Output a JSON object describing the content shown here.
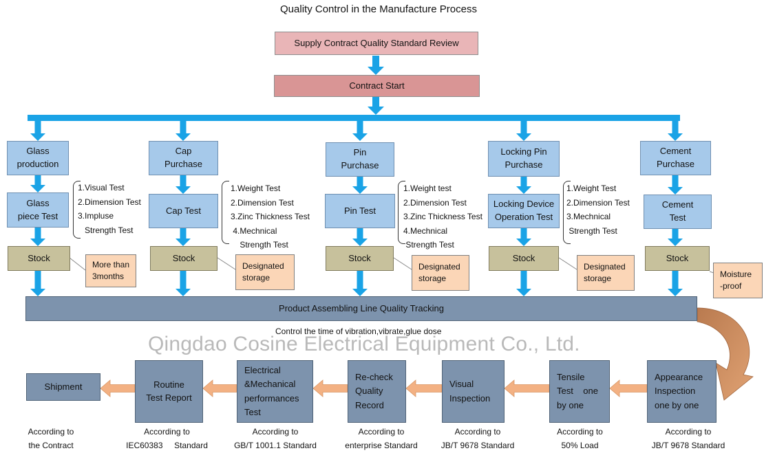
{
  "title": "Quality Control in the Manufacture Process",
  "top": {
    "review": "Supply Contract Quality Standard Review",
    "start": "Contract Start"
  },
  "columns": [
    {
      "purchase": [
        "Glass",
        "production"
      ],
      "test": [
        "Glass",
        "piece Test"
      ],
      "stock": "Stock",
      "tests": "1.Visual Test\n2.Dimension Test\n3.Impluse\n   Strength Test",
      "note": [
        "More than",
        "3months"
      ]
    },
    {
      "purchase": [
        "Cap",
        "Purchase"
      ],
      "test": [
        "Cap Test"
      ],
      "stock": "Stock",
      "tests": "1.Weight Test\n2.Dimension Test\n3.Zinc Thickness Test\n 4.Mechnical\n    Strength Test",
      "note": [
        "Designated",
        "storage"
      ]
    },
    {
      "purchase": [
        "Pin",
        "Purchase"
      ],
      "test": [
        "Pin Test"
      ],
      "stock": "Stock",
      "tests": "1.Weight test\n2.Dimension Test\n3.Zinc Thickness Test\n4.Mechnical\n Strength Test",
      "note": [
        "Designated",
        "storage"
      ]
    },
    {
      "purchase": [
        "Locking Pin",
        "Purchase"
      ],
      "test": [
        "Locking Device",
        "Operation Test"
      ],
      "stock": "Stock",
      "tests": "1.Weight Test\n2.Dimension Test\n3.Mechnical\n Strength Test",
      "note": [
        "Designated",
        "storage"
      ]
    },
    {
      "purchase": [
        "Cement",
        "Purchase"
      ],
      "test": [
        "Cement",
        "Test"
      ],
      "stock": "Stock",
      "tests": "",
      "note": [
        "Moisture",
        "-proof"
      ]
    }
  ],
  "assembly": {
    "label": "Product Assembling Line Quality Tracking",
    "caption": "Control the time of vibration,vibrate,glue dose"
  },
  "watermark": "Qingdao Cosine Electrical Equipment Co., Ltd.",
  "bottom_flow": [
    {
      "label": [
        "Shipment"
      ],
      "standard": "According to\nthe Contract"
    },
    {
      "label": [
        "Routine",
        "Test Report"
      ],
      "standard": "According to\nIEC60383     Standard"
    },
    {
      "label": [
        "Electrical",
        "&Mechanical",
        "performances",
        "Test"
      ],
      "standard": "According to\nGB/T 1001.1 Standard"
    },
    {
      "label": [
        "Re-check",
        "Quality",
        "Record"
      ],
      "standard": "According to\nenterprise Standard"
    },
    {
      "label": [
        "Visual",
        "Inspection"
      ],
      "standard": "According to\nJB/T 9678 Standard"
    },
    {
      "label": [
        "Tensile",
        "Test    one",
        "by one"
      ],
      "standard": "According to\n50% Load"
    },
    {
      "label": [
        "Appearance",
        "Inspection",
        "one by one"
      ],
      "standard": "According to\nJB/T 9678 Standard"
    }
  ],
  "colors": {
    "flow_arrow": "#1aa3e6",
    "bottom_arrow": "#f3b183",
    "curved_arrow": "#c98a5c",
    "purchase_box": "#a6c9ea",
    "stock_box": "#c7c19c",
    "note_box": "#fbd6b7",
    "assembly_bar": "#7d93ad"
  }
}
